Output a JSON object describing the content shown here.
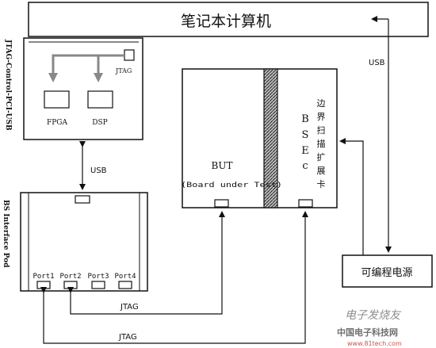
{
  "laptop": {
    "label": "笔记本计算机"
  },
  "pci_card": {
    "side_label": "JTAG-Control-PCI-USB",
    "jtag_label": "JTAG",
    "fpga_label": "FPGA",
    "dsp_label": "DSP"
  },
  "links": {
    "usb_pci_pod": "USB",
    "usb_laptop_power": "USB",
    "jtag_upper": "JTAG",
    "jtag_lower": "JTAG"
  },
  "pod": {
    "side_label": "BS Interface Pod",
    "ports": [
      "Port1",
      "Port2",
      "Port3",
      "Port4"
    ]
  },
  "but": {
    "label": "BUT",
    "sublabel": "(Board under Test)"
  },
  "bsec": {
    "letters": [
      "B",
      "S",
      "E",
      "c"
    ],
    "cn_label": [
      "边",
      "界",
      "扫",
      "描",
      "扩",
      "展",
      "卡"
    ]
  },
  "power": {
    "label": "可编程电源"
  },
  "watermark": {
    "line1": "电子发烧友",
    "line2": "中国电子科技网",
    "url": "www.81tech.com"
  }
}
